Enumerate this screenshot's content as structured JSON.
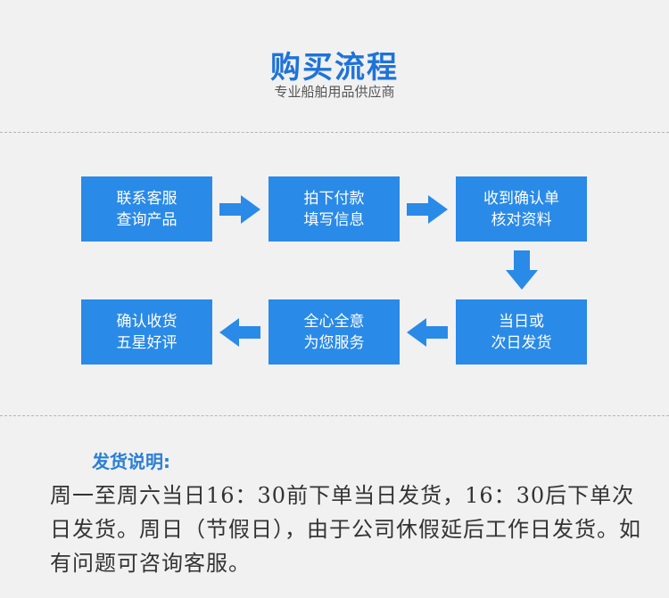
{
  "header": {
    "title": "购买流程",
    "subtitle": "专业船舶用品供应商"
  },
  "flow": {
    "steps": [
      {
        "line1": "联系客服",
        "line2": "查询产品"
      },
      {
        "line1": "拍下付款",
        "line2": "填写信息"
      },
      {
        "line1": "收到确认单",
        "line2": "核对资料"
      },
      {
        "line1": "当日或",
        "line2": "次日发货"
      },
      {
        "line1": "全心全意",
        "line2": "为您服务"
      },
      {
        "line1": "确认收货",
        "line2": "五星好评"
      }
    ]
  },
  "note": {
    "title": "发货说明:",
    "body": "周一至周六当日16：30前下单当日发货，16：30后下单次日发货。周日（节假日），由于公司休假延后工作日发货。如有问题可咨询客服。"
  },
  "colors": {
    "accent": "#1e73d9",
    "box": "#2a8ae8",
    "arrow": "#2a8ae8",
    "background": "#f1f1f1"
  }
}
